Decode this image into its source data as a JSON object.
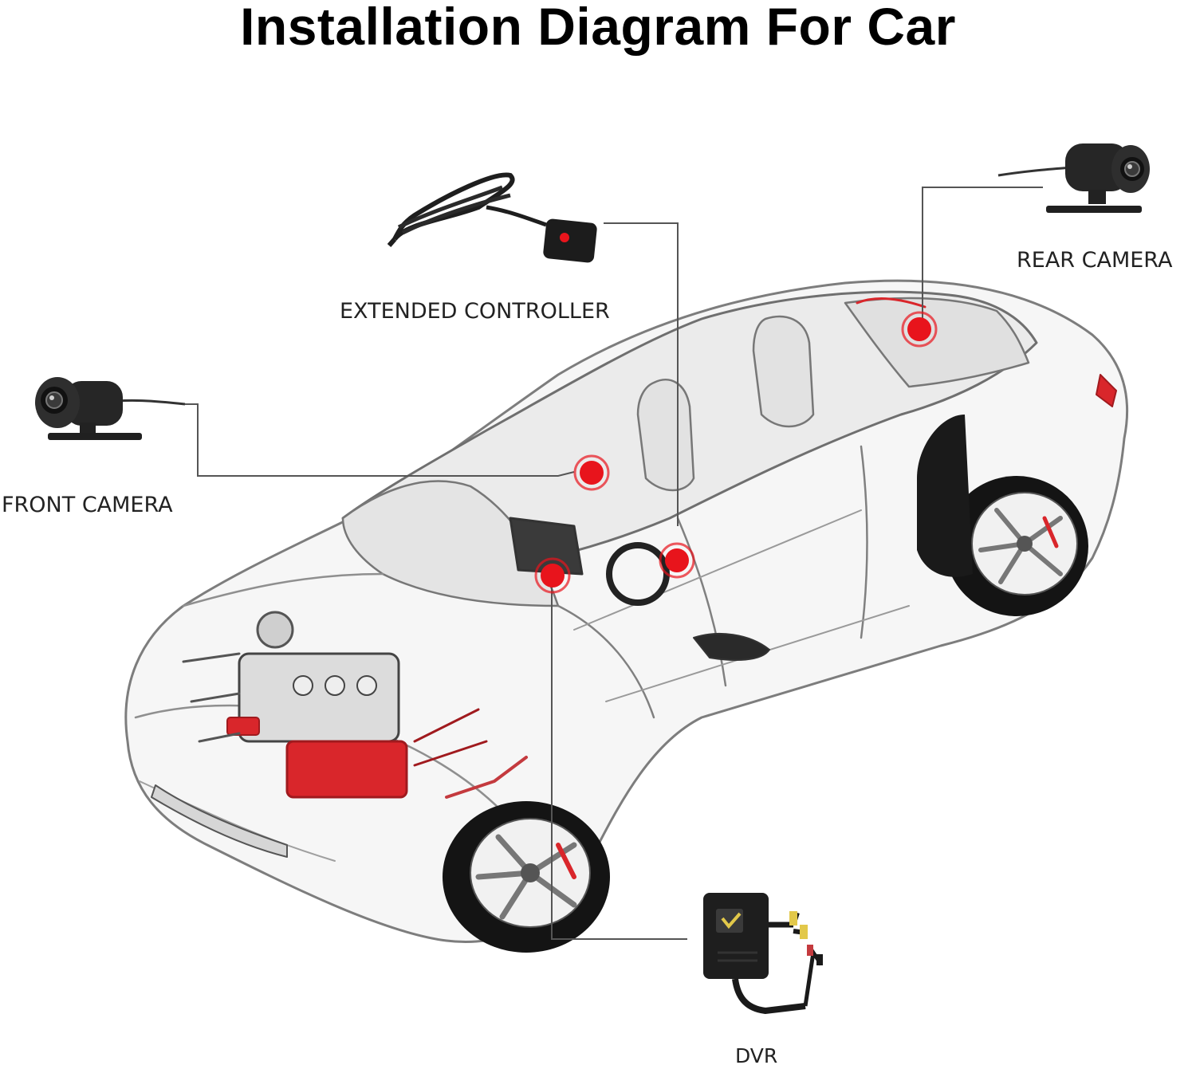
{
  "title": "Installation Diagram For Car",
  "labels": {
    "front_camera": "FRONT CAMERA",
    "extended_controller": "EXTENDED CONTROLLER",
    "rear_camera": "REAR CAMERA",
    "dvr": "DVR"
  },
  "colors": {
    "marker": "#e8141c",
    "leader_line": "#555555",
    "device": "#1e1e1e",
    "car_outline": "#8a8a8a",
    "engine_accent": "#d9262b"
  },
  "icons": [
    "front-camera-icon",
    "rear-camera-icon",
    "extended-controller-icon",
    "dvr-icon",
    "car-illustration"
  ]
}
